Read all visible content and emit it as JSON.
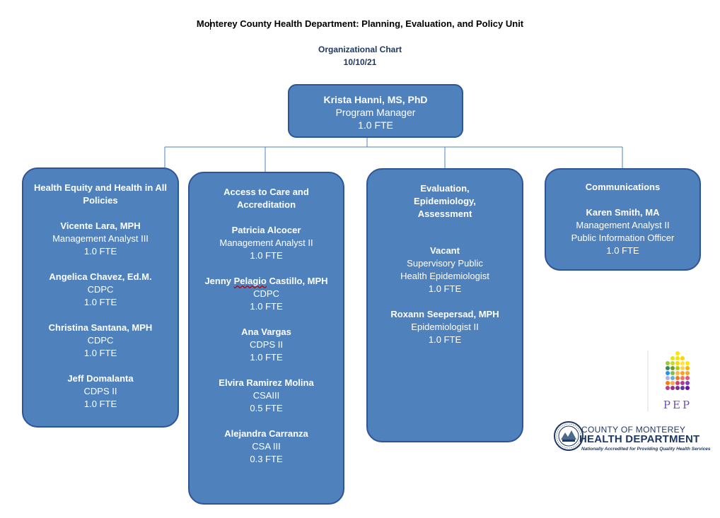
{
  "document": {
    "title": "Monterey County Health Department: Planning, Evaluation, and Policy Unit",
    "chart_title": "Organizational Chart",
    "date": "10/10/21"
  },
  "manager": {
    "name": "Krista Hanni, MS, PhD",
    "title": "Program Manager",
    "fte": "1.0 FTE"
  },
  "columns": [
    {
      "heading": "Health Equity and Health in All Policies",
      "staff": [
        {
          "name": "Vicente Lara, MPH",
          "title": "Management Analyst III",
          "fte": "1.0 FTE"
        },
        {
          "name": "Angelica Chavez, Ed.M.",
          "title": "CDPC",
          "fte": "1.0 FTE"
        },
        {
          "name": "Christina Santana, MPH",
          "title": "CDPC",
          "fte": "1.0 FTE"
        },
        {
          "name": "Jeff Domalanta",
          "title": "CDPS II",
          "fte": "1.0 FTE"
        }
      ]
    },
    {
      "heading": "Access to Care and Accreditation",
      "staff": [
        {
          "name": "Patricia Alcocer",
          "title": "Management Analyst II",
          "fte": "1.0 FTE"
        },
        {
          "name_part1": "Jenny ",
          "name_flagged": "Pelagio",
          "name_part2": " Castillo, MPH",
          "title": "CDPC",
          "fte": "1.0 FTE"
        },
        {
          "name": "Ana Vargas",
          "title": "CDPS II",
          "fte": "1.0 FTE"
        },
        {
          "name": "Elvira Ramirez Molina",
          "title": "CSAIII",
          "fte": "0.5 FTE"
        },
        {
          "name": "Alejandra Carranza",
          "title": "CSA III",
          "fte": "0.3 FTE"
        }
      ]
    },
    {
      "heading_lines": [
        "Evaluation,",
        "Epidemiology,",
        "Assessment"
      ],
      "staff": [
        {
          "name": "Vacant",
          "title_lines": [
            "Supervisory Public",
            "Health Epidemiologist"
          ],
          "fte": "1.0 FTE"
        },
        {
          "name": "Roxann Seepersad, MPH",
          "title": "Epidemiologist II",
          "fte": "1.0 FTE"
        }
      ]
    },
    {
      "heading": "Communications",
      "staff": [
        {
          "name": "Karen Smith, MA",
          "title_lines": [
            "Management Analyst II",
            "Public Information Officer"
          ],
          "fte": "1.0 FTE"
        }
      ]
    }
  ],
  "logos": {
    "pep_text": "PEP",
    "county_line": "COUNTY OF MONTEREY",
    "department_line": "HEALTH DEPARTMENT",
    "tagline": "Nationally Accredited for Providing Quality Health Services",
    "colors": {
      "box_fill": "#4f81bd",
      "box_border": "#2f5597",
      "dept_blue": "#1f3864"
    }
  }
}
